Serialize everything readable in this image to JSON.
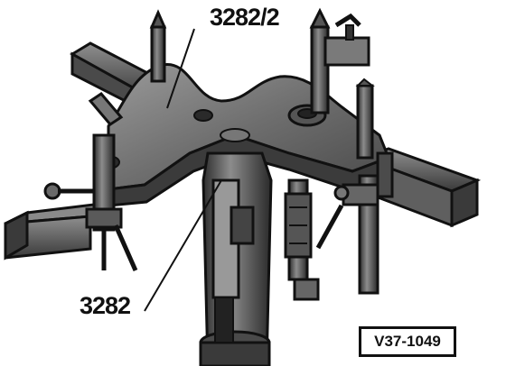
{
  "labels": {
    "part_upper": "3282/2",
    "part_lower": "3282",
    "figure_ref": "V37-1049"
  },
  "colors": {
    "ink": "#111111",
    "metal_dark": "#3f3f3f",
    "metal_mid": "#7a7a7a",
    "metal_light": "#a8a8a8",
    "paper": "#ffffff"
  }
}
